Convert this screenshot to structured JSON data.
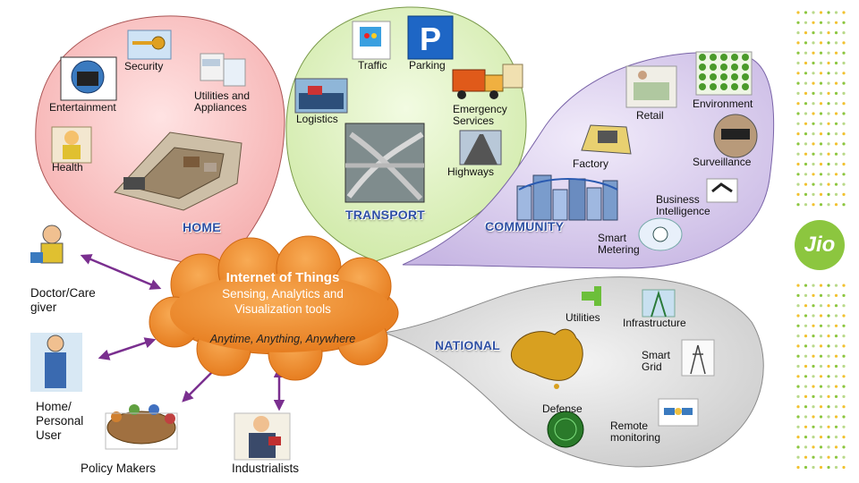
{
  "hub": {
    "title": "Internet of Things",
    "subtitle_line1": "Sensing, Analytics and",
    "subtitle_line2": "Visualization tools",
    "tagline": "Anytime, Anything, Anywhere"
  },
  "sections": {
    "home": "HOME",
    "transport": "TRANSPORT",
    "community": "COMMUNITY",
    "national": "NATIONAL"
  },
  "home_items": {
    "security": "Security",
    "entertainment": "Entertainment",
    "utilities_appliances": "Utilities and\nAppliances",
    "health": "Health"
  },
  "transport_items": {
    "traffic": "Traffic",
    "parking": "Parking",
    "logistics": "Logistics",
    "emergency": "Emergency\nServices",
    "highways": "Highways"
  },
  "community_items": {
    "retail": "Retail",
    "environment": "Environment",
    "factory": "Factory",
    "surveillance": "Surveillance",
    "business": "Business\nIntelligence",
    "metering": "Smart\nMetering"
  },
  "national_items": {
    "utilities": "Utilities",
    "infrastructure": "Infrastructure",
    "smart_grid": "Smart\nGrid",
    "defense": "Defense",
    "remote": "Remote\nmonitoring"
  },
  "users": {
    "doctor": "Doctor/Care\ngiver",
    "home_user": "Home/\nPersonal\nUser",
    "policy": "Policy Makers",
    "industrialists": "Industrialists"
  },
  "brand": {
    "logo_text": "Jio",
    "color": "#8cc63f"
  },
  "colors": {
    "home": "#f6b3b3",
    "transport": "#d9efb3",
    "community": "#d2c4e8",
    "national": "#d9d9d9",
    "cloud": "#f08a2c",
    "arrow": "#7a2f8f",
    "section_label": "#2e4fa3"
  },
  "icons": {
    "security": "key-icon",
    "entertainment": "tv-icon",
    "utilities": "appliance-icon",
    "health": "doctor-icon",
    "house": "house-plan-icon",
    "traffic": "traffic-sign-icon",
    "parking": "parking-sign-icon",
    "logistics": "ship-icon",
    "emergency": "truck-icon",
    "highways": "highway-icon",
    "interchange": "interchange-icon",
    "retail": "shop-icon",
    "environment": "leaf-grid-icon",
    "factory": "factory-icon",
    "surveillance": "binoculars-icon",
    "business": "handshake-icon",
    "metering": "meter-icon",
    "city": "city-icon",
    "national_utilities": "faucet-icon",
    "infrastructure": "tower-icon",
    "smart_grid": "pylon-icon",
    "defense": "radar-icon",
    "remote": "satellite-icon",
    "map": "australia-map-icon"
  }
}
